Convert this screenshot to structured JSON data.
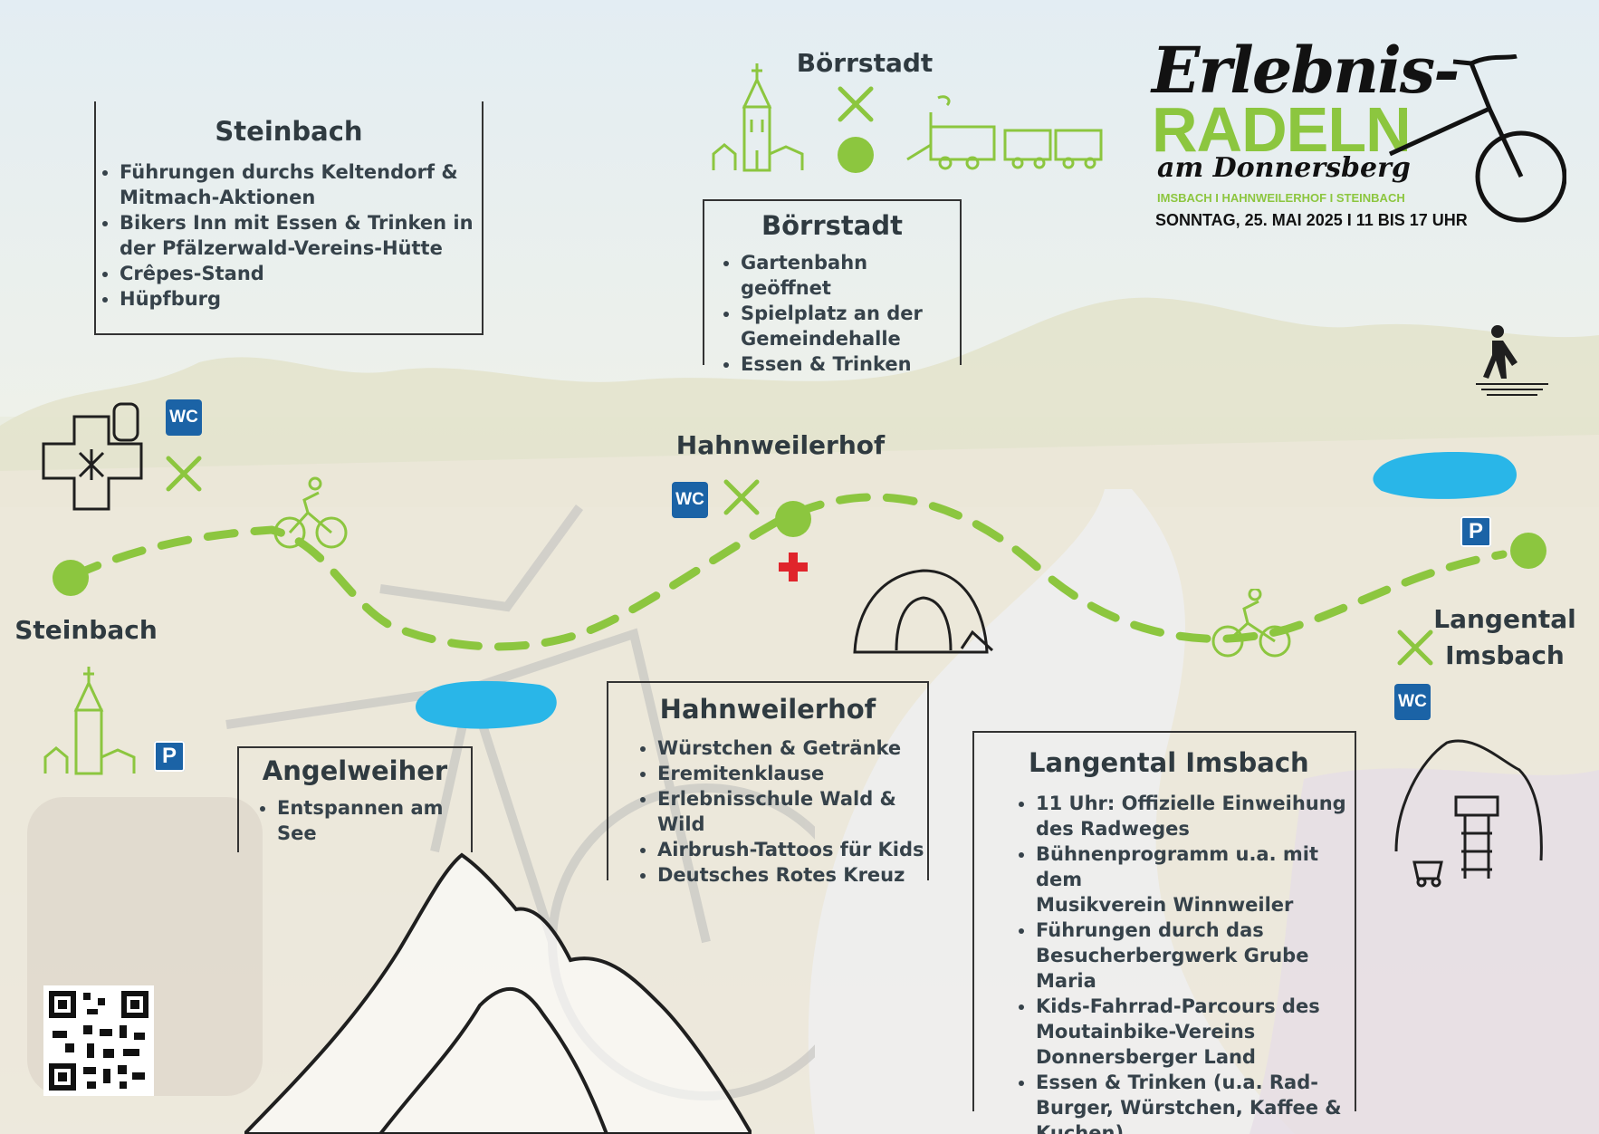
{
  "header": {
    "title_line1": "Erlebnis-",
    "title_line2": "RADELN",
    "title_line3": "am Donnersberg",
    "places": "IMSBACH I HAHNWEILERHOF I STEINBACH",
    "date": "SONNTAG, 25. MAI 2025 I 11 BIS 17 UHR"
  },
  "labels": {
    "borrstadt": "Börrstadt",
    "hahnweilerhof": "Hahnweilerhof",
    "steinbach": "Steinbach",
    "langental_line1": "Langental",
    "langental_line2": "Imsbach",
    "wc": "WC",
    "parking": "P"
  },
  "boxes": {
    "steinbach": {
      "title": "Steinbach",
      "items": [
        "Führungen durchs Keltendorf &",
        "Mitmach-Aktionen",
        "Bikers Inn mit Essen & Trinken in",
        "der Pfälzerwald-Vereins-Hütte",
        "Crêpes-Stand",
        "Hüpfburg"
      ]
    },
    "borrstadt": {
      "title": "Börrstadt",
      "items": [
        "Gartenbahn geöffnet",
        "Spielplatz an der",
        "Gemeindehalle",
        "Essen & Trinken"
      ]
    },
    "angelweiher": {
      "title": "Angelweiher",
      "items": [
        "Entspannen am See"
      ]
    },
    "hahnweilerhof": {
      "title": "Hahnweilerhof",
      "items": [
        "Würstchen & Getränke",
        "Eremitenklause",
        "Erlebnisschule Wald & Wild",
        "Airbrush-Tattoos für Kids",
        "Deutsches Rotes Kreuz"
      ]
    },
    "langental": {
      "title": "Langental Imsbach",
      "items": [
        "11 Uhr: Offizielle Einweihung",
        "des Radweges",
        "Bühnenprogramm u.a. mit dem",
        "Musikverein Winnweiler",
        "Führungen durch das",
        "Besucherbergwerk Grube Maria",
        "Kids-Fahrrad-Parcours des",
        "Moutainbike-Vereins",
        "Donnersberger Land",
        "Essen & Trinken (u.a. Rad-",
        "Burger, Würstchen, Kaffee &",
        "Kuchen)"
      ]
    }
  },
  "colors": {
    "route": "#8cc63f",
    "water": "#29b6e8",
    "sign_blue": "#1b63a6",
    "first_aid": "#e0242b",
    "text": "#2f3a40"
  },
  "icons": [
    "church-icon",
    "cutlery-icon",
    "train-icon",
    "cyclist-icon",
    "celtic-cross-icon",
    "first-aid-cross-icon",
    "cave-icon",
    "mine-icon",
    "mountain-icon",
    "walker-icon",
    "lake-icon",
    "qr-code-icon",
    "bicycle-icon"
  ]
}
